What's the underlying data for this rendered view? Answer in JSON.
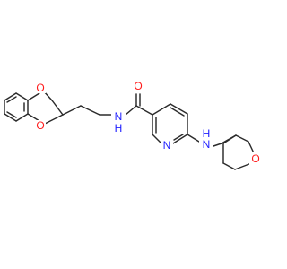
{
  "diagram": {
    "type": "chemical-structure",
    "colors": {
      "bond": "#2b2b2b",
      "oxygen": "#ff1a1a",
      "nitrogen": "#2020ff"
    },
    "labels": {
      "o1": "O",
      "o2": "O",
      "n_amide": "N",
      "h_amide": "H",
      "o_carbonyl": "O",
      "n_pyridine": "N",
      "n_amine": "N",
      "h_amine": "H",
      "o_oxane": "O"
    }
  }
}
